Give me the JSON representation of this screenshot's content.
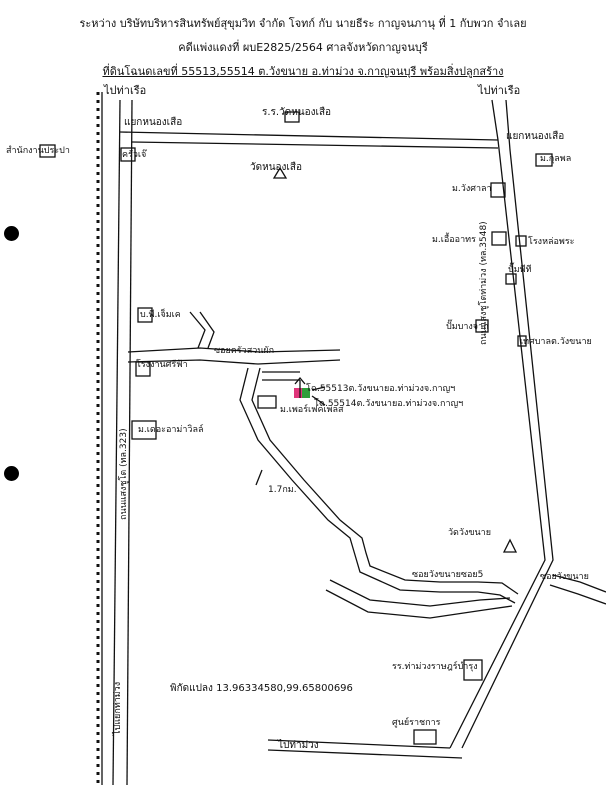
{
  "header": {
    "line1": "ระหว่าง  บริษัทบริหารสินทรัพย์สุขุมวิท จำกัด  โจทก์ กับ  นายธีระ กาญจนภานุ ที่ 1 กับพวก จำเลย",
    "line2": "คดีแพ่งแดงที่ ผบE2825/2564 ศาลจังหวัดกาญจนบุรี",
    "line3": "ที่ดินโฉนดเลขที่ 55513,55514 ต.วังขนาย อ.ท่าม่วง จ.กาญจนบุรี พร้อมสิ่งปลูกสร้าง"
  },
  "labels": {
    "to_tha_ruea_left": "ไปท่าเรือ",
    "to_tha_ruea_right": "ไปท่าเรือ",
    "junction_left": "แยกหนองเสือ",
    "junction_right": "แยกหนองเสือ",
    "school_wat_nong_suea": "ร.ร.วัดหนองเสือ",
    "wat_nong_suea": "วัดหนองเสือ",
    "water_office": "สำนักงานประปา",
    "krua_jeh": "ครัวเจ๊",
    "village_kunlaphon": "ม.กุลพล",
    "village_wang_sala": "ม.วังศาลา",
    "village_muea": "ม.เอื้ออาทร",
    "lhong_phra_factory": "โรงหล่อพระ",
    "ptt": "ปั๊มพีที",
    "bang_chak": "ปั๊มบางจาก",
    "tambon_office": "เทศบาลต.วังขนาย",
    "road_right": "ถนนแสงชูโตท่าม่วง (ทล.3548)",
    "road_left": "ถนนแสงชูโต (ทล.323)",
    "pt_jm": "บ.พี.เจ็มเค",
    "soi_khrua": "ซอยครัวสวนผัก",
    "factory": "โรงงานศรีฟ้า",
    "plot_55513": "โฉ.55513ต.วังขนายอ.ท่าม่วงจ.กาญฯ",
    "plot_55514": "โฉ.55514ต.วังขนายอ.ท่าม่วงจ.กาญฯ",
    "village_perfect": "ม.เพอร์เฟคเพลส",
    "village_left": "ม.เดอะอาม่าวิลล์",
    "distance": "1.7กม.",
    "wat_wang_khanai": "วัดวังขนาย",
    "soi_wang_khanai_5": "ซอยวังขนายซอย5",
    "soi_wang_khanai": "ซอยวังขนาย",
    "school_tha_muang": "รร.ท่าม่วงราษฎร์บำรุง",
    "coords": "พิกัดแปลง 13.96334580,99.65800696",
    "gov_center": "ศูนย์ราชการ",
    "to_tha_muang_bottom": "ไปท่าม่วง",
    "to_tha_muang_left": "ไปแยกท่าม่วง"
  },
  "colors": {
    "plot_55513": "#e0357a",
    "plot_55514": "#2e9e3a",
    "ink": "#111111"
  }
}
